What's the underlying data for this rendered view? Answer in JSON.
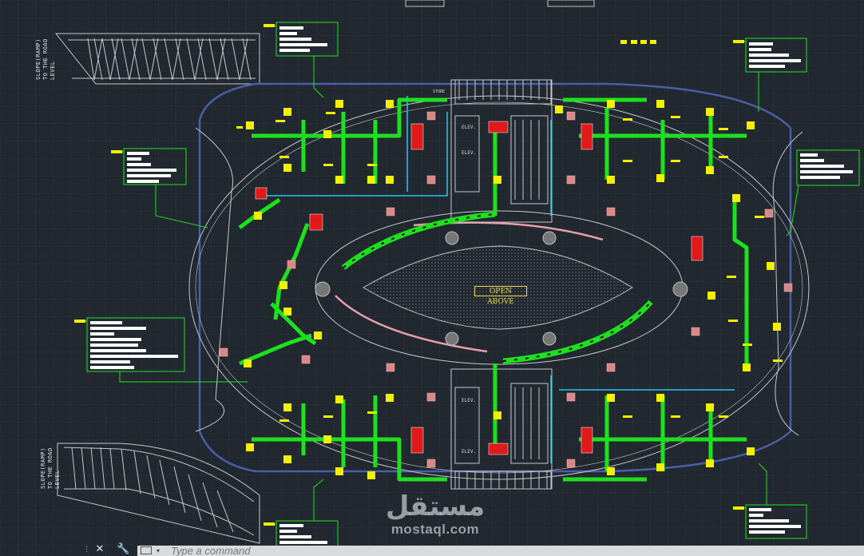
{
  "drawing": {
    "open_above_label": "OPEN ABOVE",
    "ramp_top_label": "SLOPE(RAMP) TO THE ROAD LEVEL",
    "ramp_bottom_label": "SLOPE(RAMP) TO THE ROAD LEVEL",
    "elev_label": "ELEV.",
    "store_label": "STORE"
  },
  "watermark": {
    "arabic": "مستقل",
    "latin": "mostaql.com"
  },
  "command_line": {
    "placeholder": "Type a command",
    "close_icon": "close-icon",
    "settings_icon": "wrench-icon"
  },
  "colors": {
    "background": "#212830",
    "duct": "#1fe01f",
    "fitting": "#f0f000",
    "equipment": "#e01a1a",
    "pink": "#e8a0a8",
    "cyan": "#28c8e8",
    "walls": "#c8c8c8",
    "outline": "#4a5fa8"
  }
}
